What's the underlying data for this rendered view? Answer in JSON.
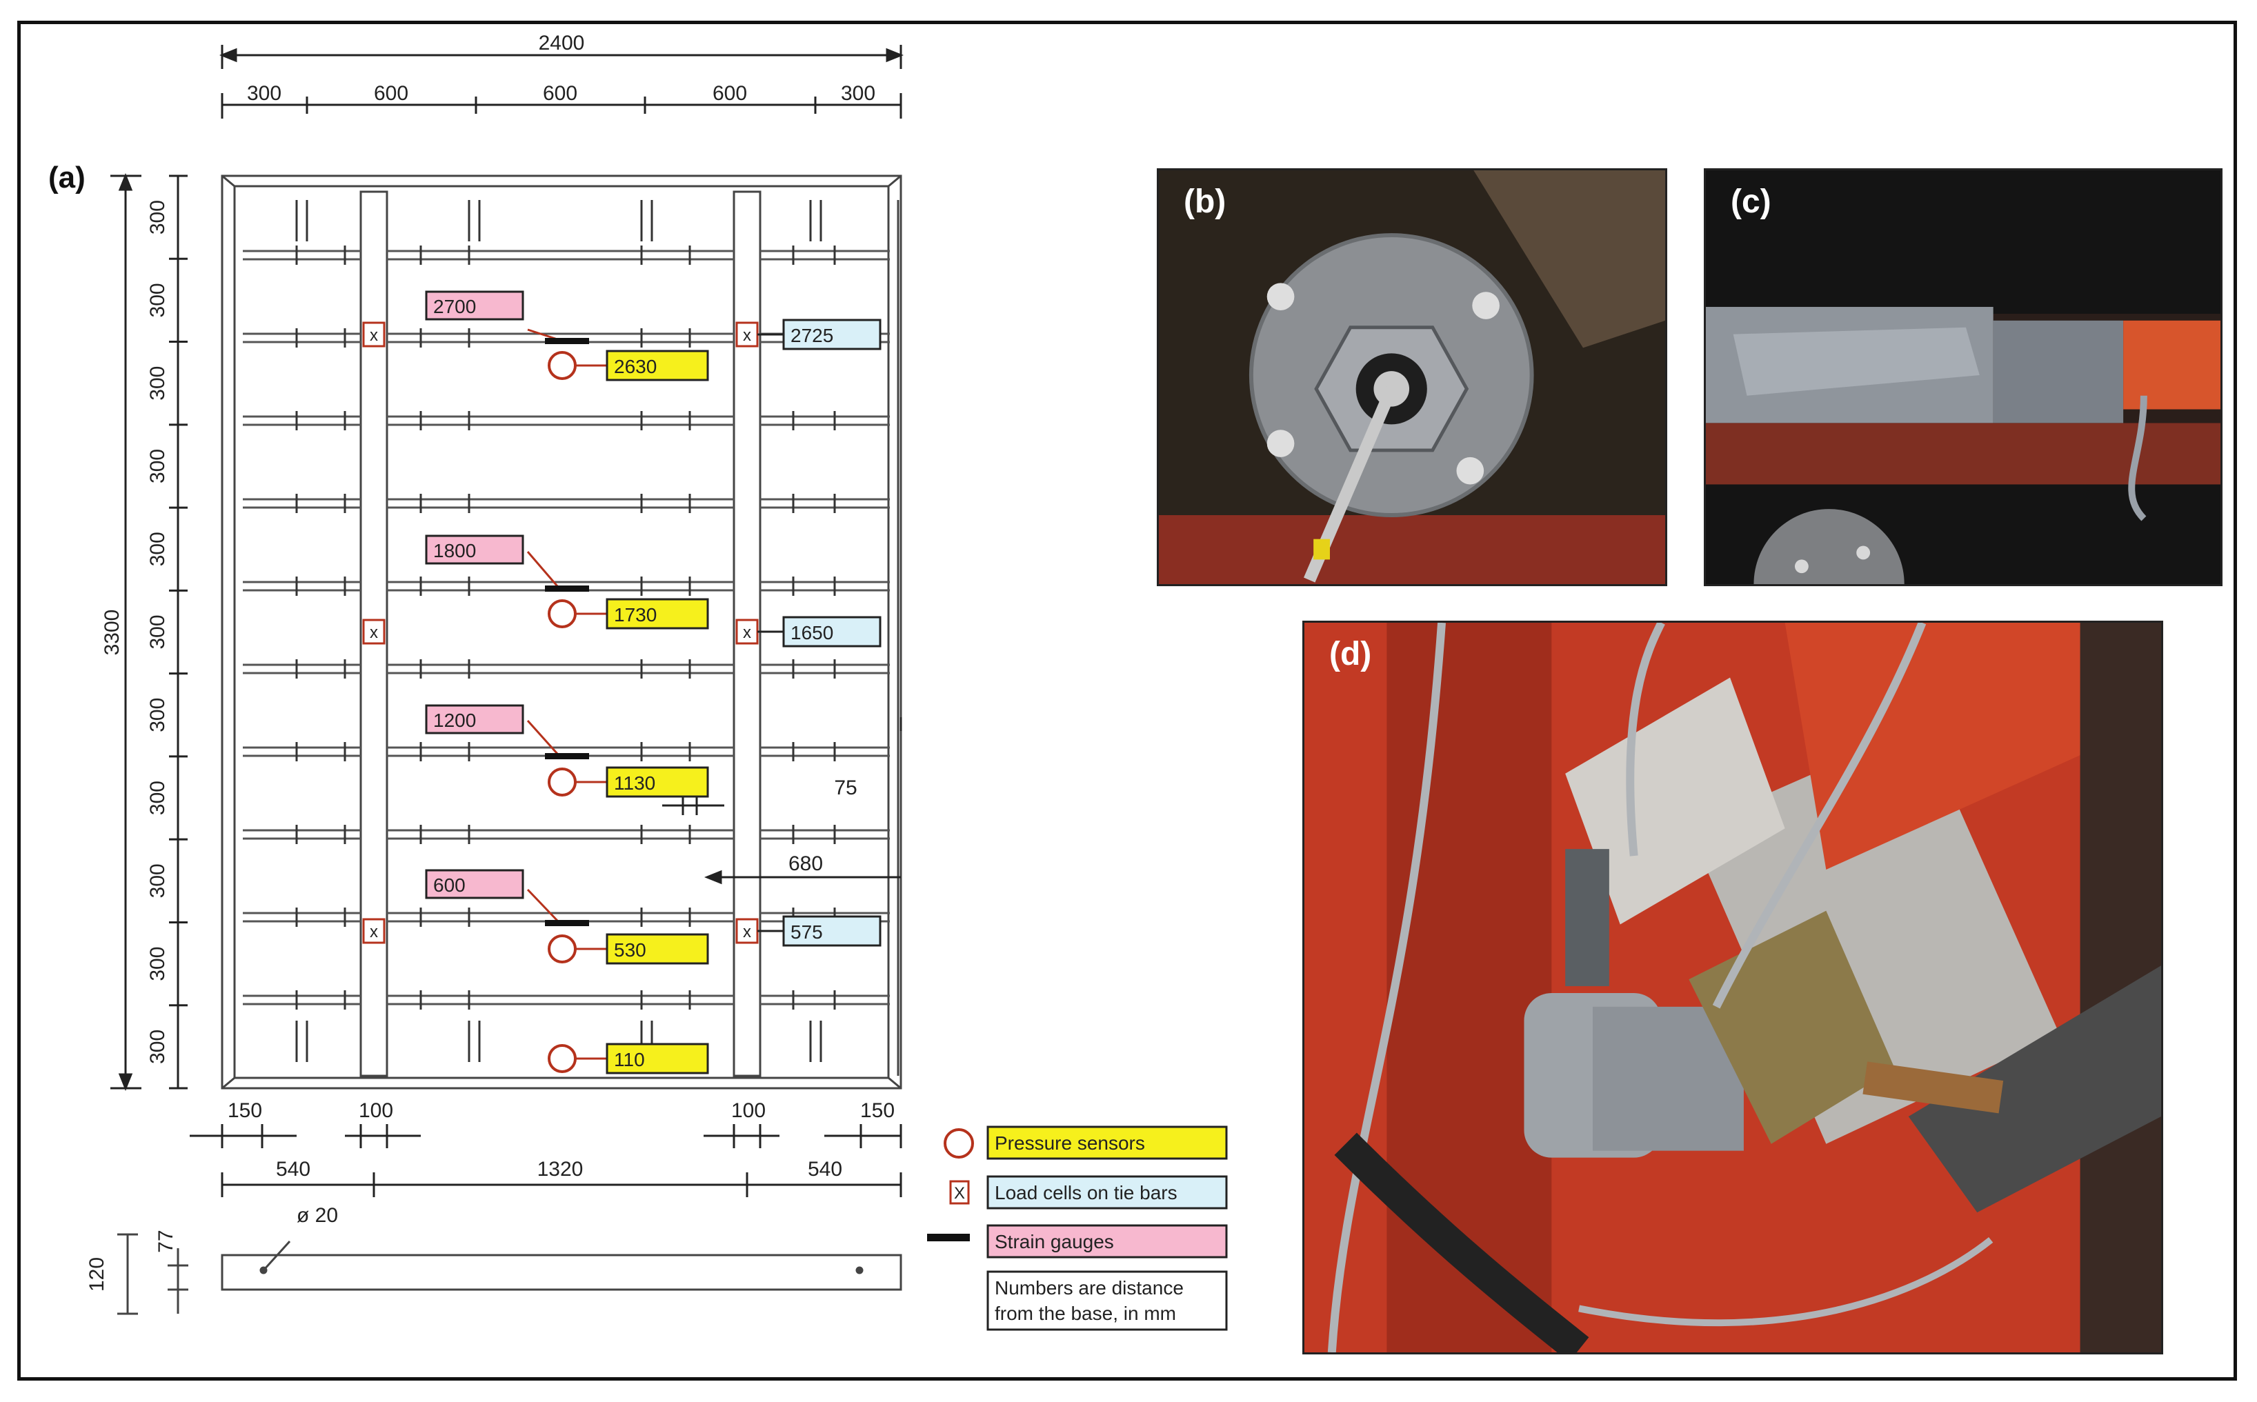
{
  "panel_labels": {
    "a": "(a)",
    "b": "(b)",
    "c": "(c)",
    "d": "(d)"
  },
  "dimensions": {
    "total_width": "2400",
    "top_segments": [
      "300",
      "600",
      "600",
      "600",
      "300"
    ],
    "total_height": "3300",
    "row_spacing": "300",
    "bottom_row1": [
      "150",
      "100",
      "100",
      "150"
    ],
    "bottom_row2": [
      "540",
      "1320",
      "540"
    ],
    "offset_75": "75",
    "offset_680": "680",
    "thickness": "120",
    "thickness_inner": "77",
    "bar_diameter": "ø 20"
  },
  "strain_gauges": [
    "2700",
    "1800",
    "1200",
    "600"
  ],
  "pressure_sensors": [
    "2630",
    "1730",
    "1130",
    "530",
    "110"
  ],
  "load_cells": [
    "2725",
    "1650",
    "575"
  ],
  "load_cell_mark": "x",
  "legend": {
    "pressure_sensors": "Pressure sensors",
    "load_cells": "Load cells on tie bars",
    "strain_gauges": "Strain gauges",
    "note_line1": "Numbers are distance",
    "note_line2": "from the base, in mm",
    "load_cell_mark": "X"
  },
  "colors": {
    "pressure_fill": "#f6f01c",
    "strain_fill": "#f7b8cf",
    "loadcell_fill": "#d9f0f8",
    "sensor_red": "#b5321c",
    "frame_steel": "#555555"
  }
}
